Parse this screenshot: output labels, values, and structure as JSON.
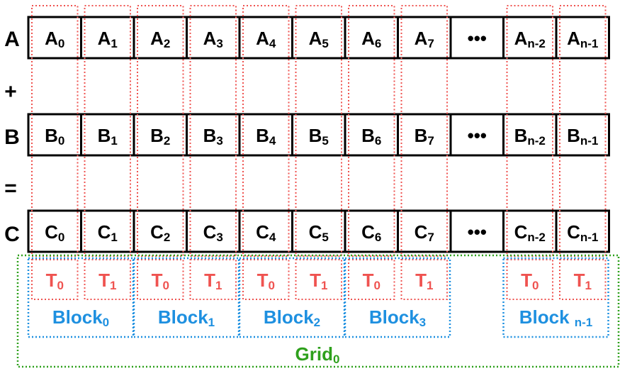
{
  "colors": {
    "cell_border": "#000000",
    "thread": "#ef5350",
    "block": "#1e90e0",
    "grid": "#2ea01c"
  },
  "row_labels": {
    "a": "A",
    "plus": "+",
    "b": "B",
    "equals": "=",
    "c": "C"
  },
  "rows": [
    {
      "letter": "A",
      "subs": [
        "0",
        "1",
        "2",
        "3",
        "4",
        "5",
        "6",
        "7",
        "",
        "n-2",
        "n-1"
      ]
    },
    {
      "letter": "B",
      "subs": [
        "0",
        "1",
        "2",
        "3",
        "4",
        "5",
        "6",
        "7",
        "",
        "n-2",
        "n-1"
      ]
    },
    {
      "letter": "C",
      "subs": [
        "0",
        "1",
        "2",
        "3",
        "4",
        "5",
        "6",
        "7",
        "",
        "n-2",
        "n-1"
      ]
    }
  ],
  "ellipsis": "•••",
  "threads": [
    {
      "letter": "T",
      "sub": "0"
    },
    {
      "letter": "T",
      "sub": "1"
    },
    {
      "letter": "T",
      "sub": "0"
    },
    {
      "letter": "T",
      "sub": "1"
    },
    {
      "letter": "T",
      "sub": "0"
    },
    {
      "letter": "T",
      "sub": "1"
    },
    {
      "letter": "T",
      "sub": "0"
    },
    {
      "letter": "T",
      "sub": "1"
    },
    {
      "letter": "T",
      "sub": "0"
    },
    {
      "letter": "T",
      "sub": "1"
    }
  ],
  "blocks": [
    {
      "name": "Block",
      "sub": "0"
    },
    {
      "name": "Block",
      "sub": "1"
    },
    {
      "name": "Block",
      "sub": "2"
    },
    {
      "name": "Block",
      "sub": "3"
    },
    {
      "name": "Block ",
      "sub": "n-1"
    }
  ],
  "grid": {
    "name": "Grid",
    "sub": "0"
  }
}
